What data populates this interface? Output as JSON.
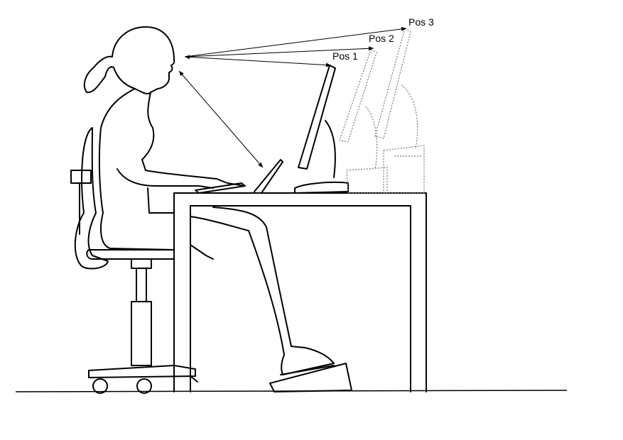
{
  "diagram": {
    "labels": {
      "pos1": "Pos 1",
      "pos2": "Pos 2",
      "pos3": "Pos 3"
    }
  }
}
